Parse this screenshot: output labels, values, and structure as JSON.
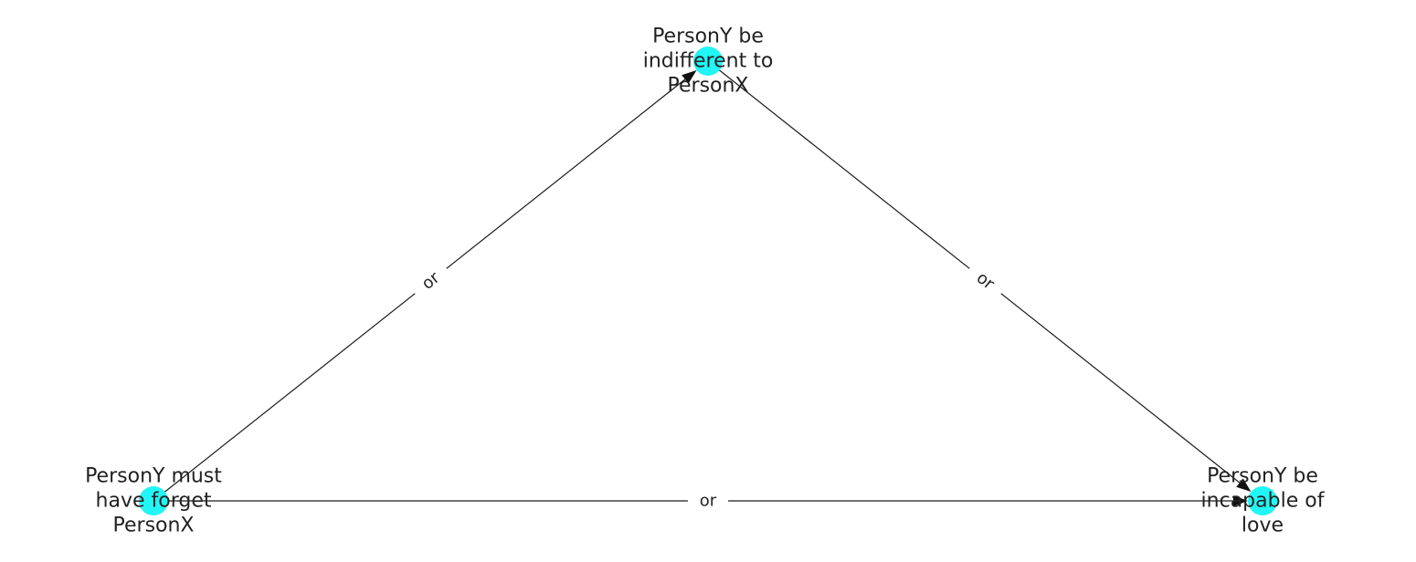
{
  "diagram": {
    "type": "directed-graph",
    "colors": {
      "node_fill": "#22f5f5",
      "edge": "#1a1a1a",
      "text": "#222222"
    },
    "nodes": [
      {
        "id": "n_top",
        "lines": [
          "PersonY be",
          "indifferent to",
          "PersonX"
        ]
      },
      {
        "id": "n_left",
        "lines": [
          "PersonY must",
          "have forget",
          "PersonX"
        ]
      },
      {
        "id": "n_right",
        "lines": [
          "PersonY be",
          "incapable of",
          "love"
        ]
      }
    ],
    "edges": [
      {
        "id": "e_left_top",
        "from": "n_left",
        "to": "n_top",
        "label": "or"
      },
      {
        "id": "e_top_right",
        "from": "n_top",
        "to": "n_right",
        "label": "or"
      },
      {
        "id": "e_left_right",
        "from": "n_left",
        "to": "n_right",
        "label": "or"
      }
    ]
  }
}
